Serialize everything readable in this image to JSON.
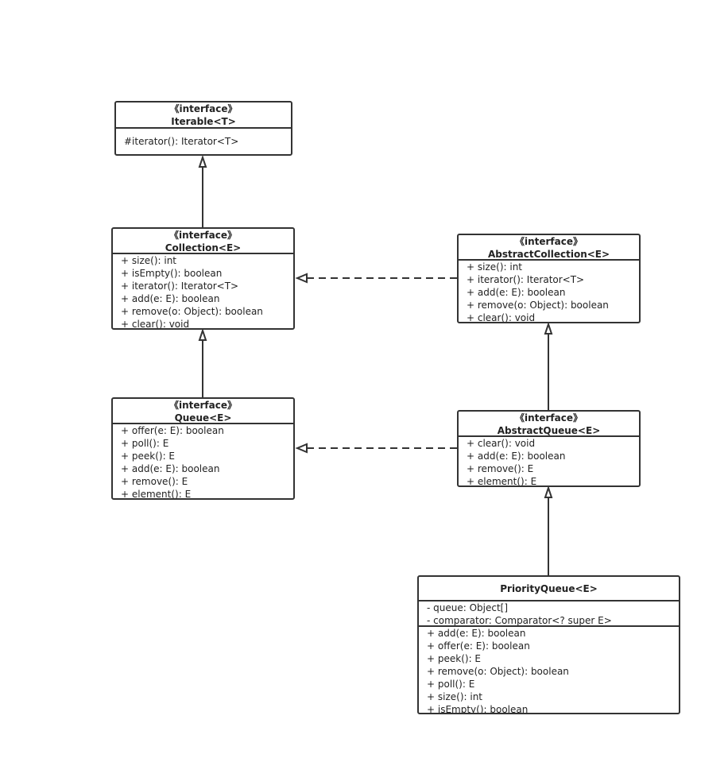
{
  "diagram": {
    "iterable": {
      "stereotype": "《interface》",
      "name": "Iterable<T>",
      "methods": [
        "#iterator(): Iterator<T>"
      ]
    },
    "collection": {
      "stereotype": "《interface》",
      "name": "Collection<E>",
      "methods": [
        "+ size(): int",
        "+ isEmpty(): boolean",
        "+ iterator(): Iterator<T>",
        "+ add(e: E): boolean",
        "+ remove(o: Object): boolean",
        "+ clear(): void"
      ]
    },
    "queue": {
      "stereotype": "《interface》",
      "name": "Queue<E>",
      "methods": [
        "+ offer(e: E): boolean",
        "+ poll(): E",
        "+ peek(): E",
        "+ add(e: E): boolean",
        "+ remove(): E",
        "+ element(): E"
      ]
    },
    "abstract_collection": {
      "stereotype": "《interface》",
      "name": "AbstractCollection<E>",
      "methods": [
        "+ size(): int",
        "+ iterator(): Iterator<T>",
        "+ add(e: E): boolean",
        "+ remove(o: Object): boolean",
        "+ clear(): void"
      ]
    },
    "abstract_queue": {
      "stereotype": "《interface》",
      "name": "AbstractQueue<E>",
      "methods": [
        "+ clear(): void",
        "+ add(e: E): boolean",
        "+ remove(): E",
        "+ element(): E"
      ]
    },
    "priority_queue": {
      "name": "PriorityQueue<E>",
      "fields": [
        "- queue: Object[]",
        "- comparator: Comparator<? super E>"
      ],
      "methods": [
        "+ add(e: E): boolean",
        "+ offer(e: E): boolean",
        "+ peek(): E",
        "+ remove(o: Object): boolean",
        "+ poll(): E",
        "+ size(): int",
        "+ isEmpty(): boolean"
      ]
    },
    "relationships": [
      {
        "from": "Collection<E>",
        "to": "Iterable<T>",
        "kind": "generalization"
      },
      {
        "from": "Queue<E>",
        "to": "Collection<E>",
        "kind": "generalization"
      },
      {
        "from": "AbstractCollection<E>",
        "to": "Collection<E>",
        "kind": "realization"
      },
      {
        "from": "AbstractQueue<E>",
        "to": "Queue<E>",
        "kind": "realization"
      },
      {
        "from": "AbstractQueue<E>",
        "to": "AbstractCollection<E>",
        "kind": "generalization"
      },
      {
        "from": "PriorityQueue<E>",
        "to": "AbstractQueue<E>",
        "kind": "generalization"
      }
    ]
  }
}
